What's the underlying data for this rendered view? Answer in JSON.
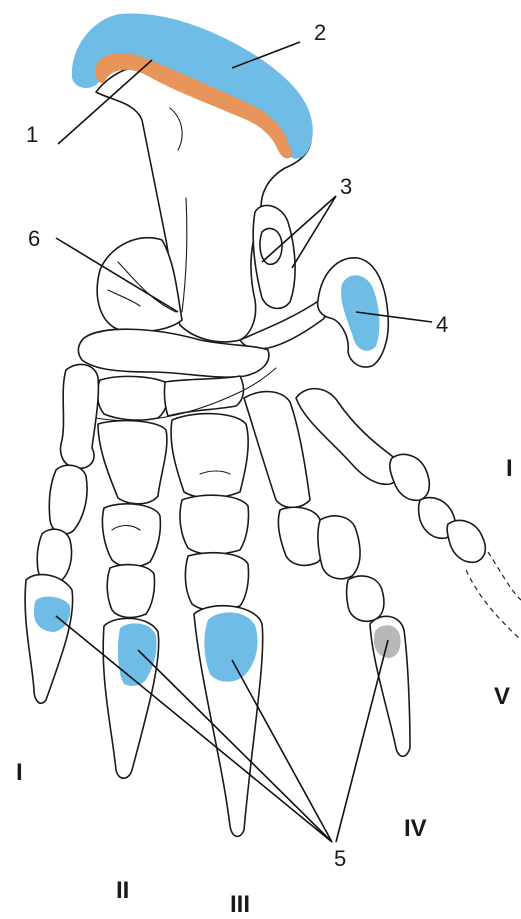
{
  "colors": {
    "blue_cartilage": "#6fbde6",
    "orange_layer": "#e8955c",
    "grey_claw": "#b8b8b8",
    "outline": "#1a1a1a"
  },
  "labels": {
    "l1": "1",
    "l2": "2",
    "l3": "3",
    "l4": "4",
    "l5": "5",
    "l6": "6"
  },
  "digits": {
    "d1": "I",
    "d2": "II",
    "d3": "III",
    "d4": "IV",
    "d5": "V",
    "side_mark": "I"
  }
}
